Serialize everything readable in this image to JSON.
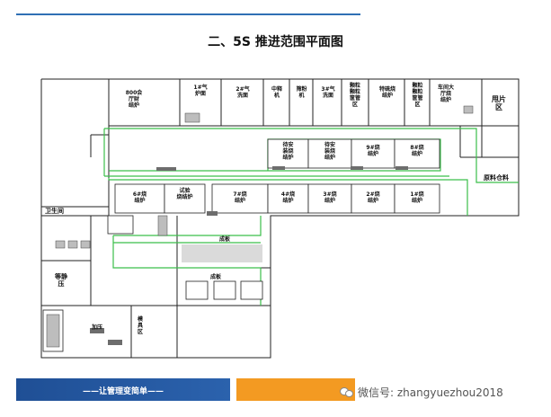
{
  "page": {
    "title": "二、5S 推进范围平面图"
  },
  "rooms": {
    "office": "800会\n厅财\n结炉",
    "gas1": "1#气\n炉面",
    "gas2": "2#气\n洗面",
    "press": "中释\n机",
    "sieve": "筛粉\n机",
    "gas3": "3#气\n洗面",
    "ctrl1": "颗粒\n颗粒\n筐管\n区",
    "ctrl2": "特硫烧\n结炉",
    "ctrl3": "颗粒\n颗粒\n筐管\n区",
    "ctrl4": "车间大\n厅烧\n结炉",
    "cut": "甩片\n区",
    "sinter_a": "待安\n装烧\n结炉",
    "sinter_b": "待安\n装烧\n结炉",
    "sinter_9": "9#烧\n结炉",
    "sinter_8": "8#烧\n结炉",
    "raw": "原料仓料",
    "sinter_6": "6#烧\n结炉",
    "trial": "试验\n烧结炉",
    "sinter_7": "7#烧\n结炉",
    "sinter_4": "4#烧\n结炉",
    "sinter_3": "3#烧\n结炉",
    "sinter_2": "2#烧\n结炉",
    "sinter_1": "1#烧\n结炉",
    "restroom": "卫生间",
    "waiting": "等静\n压",
    "floor1": "成板",
    "floor2": "成板",
    "press2": "加压",
    "mold": "模\n具\n区"
  },
  "footer": {
    "slogan": "——让管理变简单——"
  },
  "watermark": {
    "text": "微信号: zhangyuezhou2018"
  }
}
